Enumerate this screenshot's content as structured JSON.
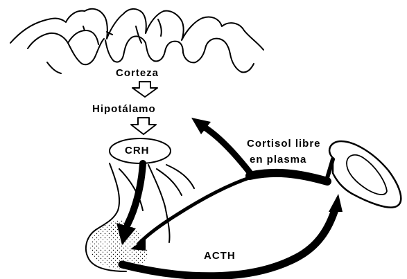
{
  "labels": {
    "cortex": "Corteza",
    "hypothalamus": "Hipotálamo",
    "crh": "CRH",
    "cortisol_line1": "Cortisol libre",
    "cortisol_line2": "en plasma",
    "acth": "ACTH"
  },
  "colors": {
    "ink": "#000000",
    "paper": "#ffffff"
  }
}
